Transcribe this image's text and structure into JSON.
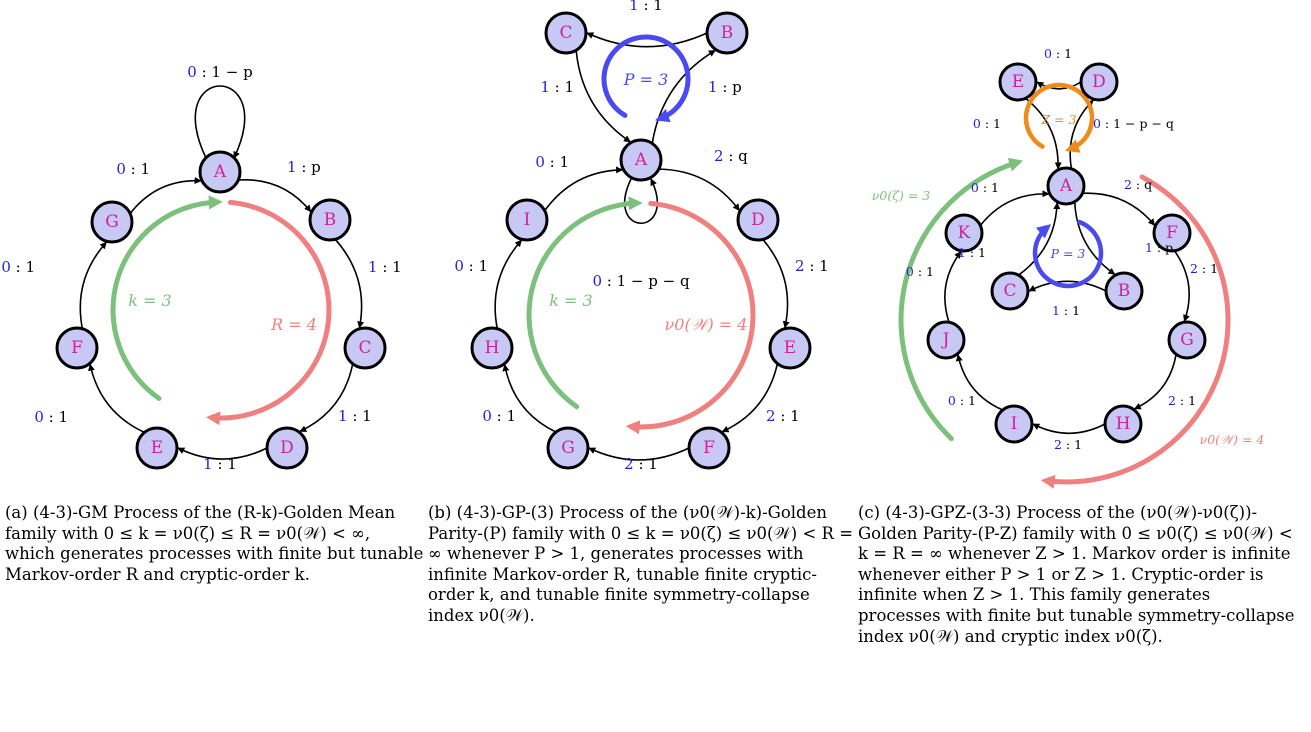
{
  "panels": [
    {
      "id": "a",
      "nodes": [
        "A",
        "B",
        "C",
        "D",
        "E",
        "F",
        "G"
      ],
      "edges": [
        {
          "from": "A",
          "to": "A",
          "symbol": "0",
          "prob": "1 − p"
        },
        {
          "from": "A",
          "to": "B",
          "symbol": "1",
          "prob": "p"
        },
        {
          "from": "B",
          "to": "C",
          "symbol": "1",
          "prob": "1"
        },
        {
          "from": "C",
          "to": "D",
          "symbol": "1",
          "prob": "1"
        },
        {
          "from": "D",
          "to": "E",
          "symbol": "1",
          "prob": "1"
        },
        {
          "from": "E",
          "to": "F",
          "symbol": "0",
          "prob": "1"
        },
        {
          "from": "F",
          "to": "G",
          "symbol": "0",
          "prob": "1"
        },
        {
          "from": "G",
          "to": "A",
          "symbol": "0",
          "prob": "1"
        }
      ],
      "annotations": [
        {
          "text": "k = 3",
          "color": "#7dc07d"
        },
        {
          "text": "R = 4",
          "color": "#f08080"
        }
      ],
      "caption": "(a) (4-3)-GM Process of the (R-k)-Golden Mean family with 0 ≤ k = ν0(ζ) ≤ R = ν0(𝒲) < ∞, which generates processes with finite but tunable Markov-order R and cryptic-order k."
    },
    {
      "id": "b",
      "nodes": [
        "A",
        "B",
        "C",
        "D",
        "E",
        "F",
        "G",
        "H",
        "I"
      ],
      "edges": [
        {
          "from": "A",
          "to": "A",
          "symbol": "0",
          "prob": "1 − p − q"
        },
        {
          "from": "A",
          "to": "B",
          "symbol": "1",
          "prob": "p"
        },
        {
          "from": "B",
          "to": "C",
          "symbol": "1",
          "prob": "1"
        },
        {
          "from": "C",
          "to": "A",
          "symbol": "1",
          "prob": "1"
        },
        {
          "from": "A",
          "to": "D",
          "symbol": "2",
          "prob": "q"
        },
        {
          "from": "D",
          "to": "E",
          "symbol": "2",
          "prob": "1"
        },
        {
          "from": "E",
          "to": "F",
          "symbol": "2",
          "prob": "1"
        },
        {
          "from": "F",
          "to": "G",
          "symbol": "2",
          "prob": "1"
        },
        {
          "from": "G",
          "to": "H",
          "symbol": "0",
          "prob": "1"
        },
        {
          "from": "H",
          "to": "I",
          "symbol": "0",
          "prob": "1"
        },
        {
          "from": "I",
          "to": "A",
          "symbol": "0",
          "prob": "1"
        }
      ],
      "annotations": [
        {
          "text": "P = 3",
          "color": "#4a4af0"
        },
        {
          "text": "k = 3",
          "color": "#7dc07d"
        },
        {
          "text": "ν0(𝒲) = 4",
          "color": "#f08080"
        }
      ],
      "caption": "(b) (4-3)-GP-(3) Process of the (ν0(𝒲)-k)-Golden Parity-(P) family with 0 ≤ k = ν0(ζ) ≤ ν0(𝒲) < R = ∞ whenever P > 1, generates processes with infinite Markov-order R, tunable finite cryptic-order k, and tunable finite symmetry-collapse index ν0(𝒲)."
    },
    {
      "id": "c",
      "nodes": [
        "A",
        "B",
        "C",
        "D",
        "E",
        "F",
        "G",
        "H",
        "I",
        "J",
        "K"
      ],
      "edges": [
        {
          "from": "A",
          "to": "D",
          "symbol": "0",
          "prob": "1 − p − q"
        },
        {
          "from": "D",
          "to": "E",
          "symbol": "0",
          "prob": "1"
        },
        {
          "from": "E",
          "to": "A",
          "symbol": "0",
          "prob": "1"
        },
        {
          "from": "A",
          "to": "B",
          "symbol": "1",
          "prob": "p"
        },
        {
          "from": "B",
          "to": "C",
          "symbol": "1",
          "prob": "1"
        },
        {
          "from": "C",
          "to": "A",
          "symbol": "1",
          "prob": "1"
        },
        {
          "from": "A",
          "to": "F",
          "symbol": "2",
          "prob": "q"
        },
        {
          "from": "F",
          "to": "G",
          "symbol": "2",
          "prob": "1"
        },
        {
          "from": "G",
          "to": "H",
          "symbol": "2",
          "prob": "1"
        },
        {
          "from": "H",
          "to": "I",
          "symbol": "2",
          "prob": "1"
        },
        {
          "from": "I",
          "to": "J",
          "symbol": "0",
          "prob": "1"
        },
        {
          "from": "J",
          "to": "K",
          "symbol": "0",
          "prob": "1"
        },
        {
          "from": "K",
          "to": "A",
          "symbol": "0",
          "prob": "1"
        }
      ],
      "annotations": [
        {
          "text": "Z = 3",
          "color": "#f08a1a"
        },
        {
          "text": "P = 3",
          "color": "#4a4af0"
        },
        {
          "text": "ν0(ζ) = 3",
          "color": "#7dc07d"
        },
        {
          "text": "ν0(𝒲) = 4",
          "color": "#f08080"
        }
      ],
      "caption": "(c) (4-3)-GPZ-(3-3) Process of the (ν0(𝒲)-ν0(ζ))-Golden Parity-(P-Z) family with 0 ≤ ν0(ζ) ≤ ν0(𝒲) < k = R = ∞ whenever Z > 1. Markov order is infinite whenever either P > 1 or Z > 1. Cryptic-order is infinite when Z > 1. This family generates processes with finite but tunable symmetry-collapse index ν0(𝒲) and cryptic index ν0(ζ)."
    }
  ]
}
